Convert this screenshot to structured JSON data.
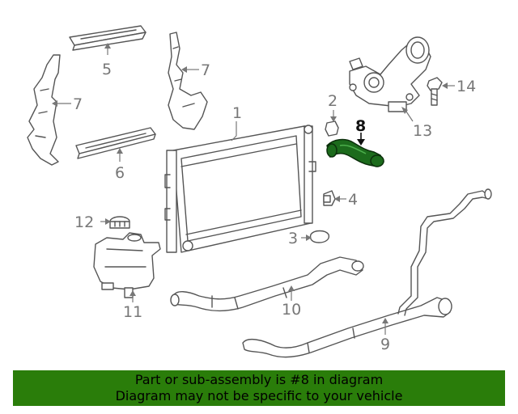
{
  "callouts": {
    "c1": "1",
    "c2": "2",
    "c3": "3",
    "c4": "4",
    "c5": "5",
    "c6": "6",
    "c7a": "7",
    "c7b": "7",
    "c8": "8",
    "c9": "9",
    "c10": "10",
    "c11": "11",
    "c12": "12",
    "c13": "13",
    "c14": "14"
  },
  "highlighted_part": "8",
  "banner": {
    "line1": "Part or sub-assembly is #8 in diagram",
    "line2": "Diagram may not be specific to your vehicle",
    "background": "#2a7d0a"
  },
  "colors": {
    "line": "#555555",
    "label": "#777777",
    "highlight_fill": "#1c6b1c"
  }
}
